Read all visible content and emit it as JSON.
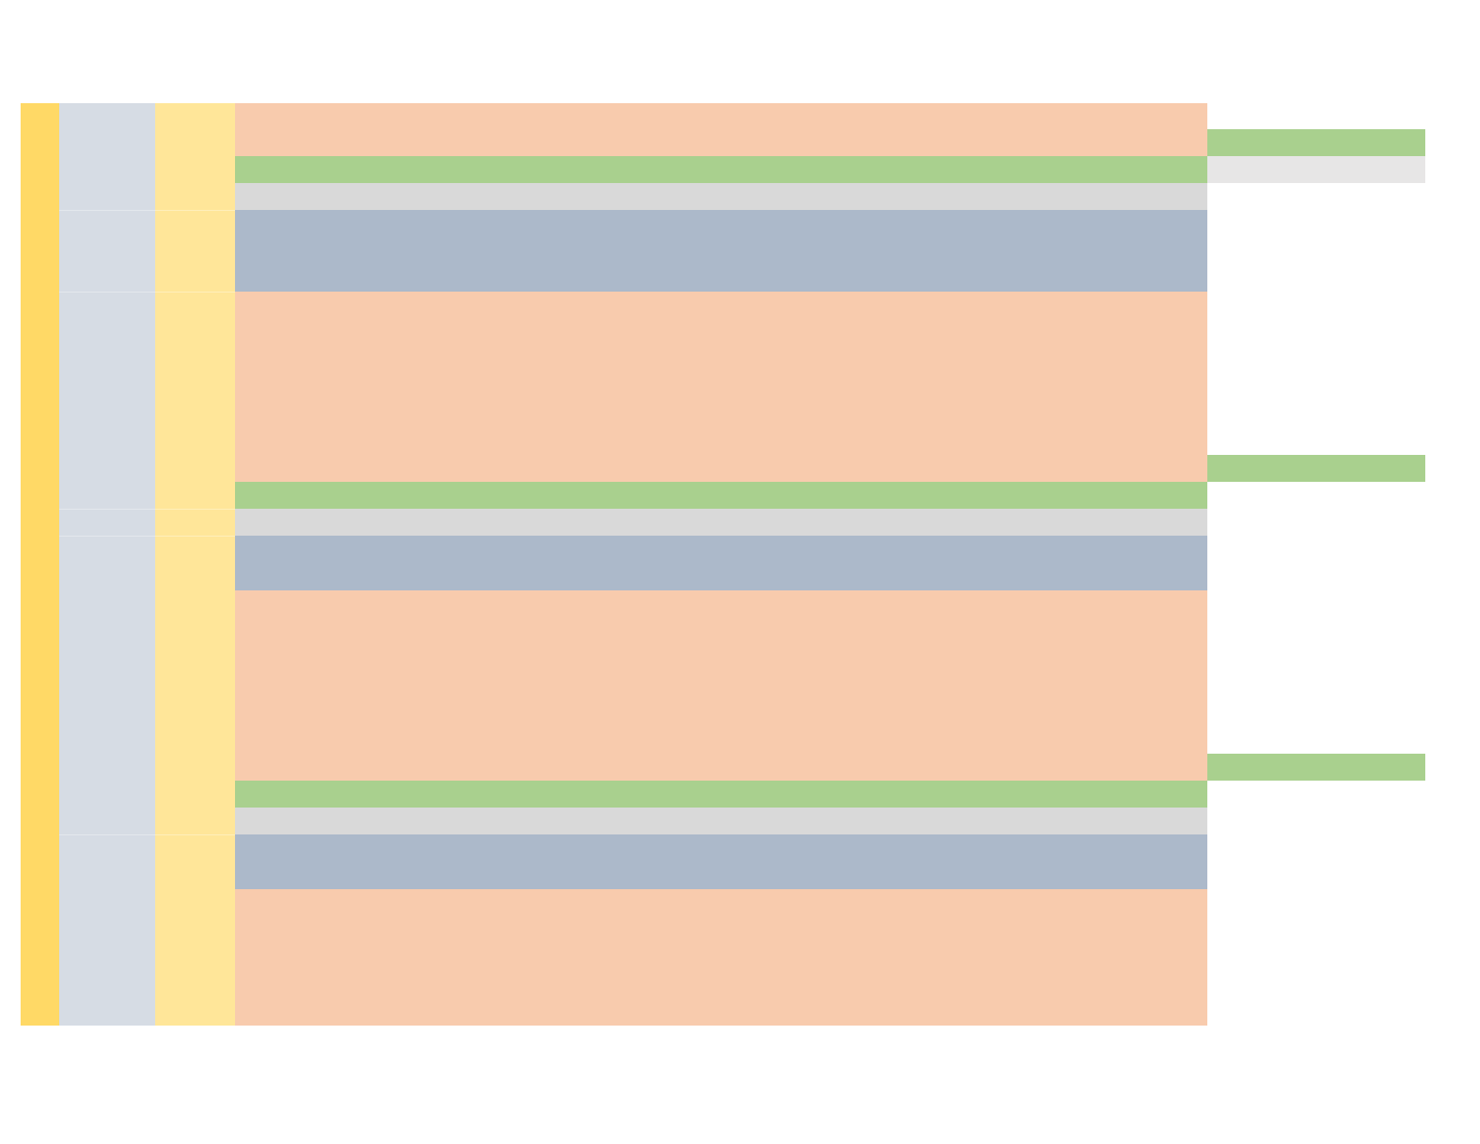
{
  "colors": {
    "page_background": "#ffffff",
    "column_a": "#ffd966",
    "column_b": "#d6dce4",
    "column_c": "#ffe699",
    "header_fill": "#f8cbad",
    "accent_green": "#a9d08e",
    "subtotal_gray": "#d9d9d9",
    "side_gray": "#e7e6e6",
    "section_blue": "#acb9ca"
  },
  "sections": [
    {
      "kind": "header"
    },
    {
      "kind": "green-row"
    },
    {
      "kind": "gray-row"
    },
    {
      "kind": "blue-block"
    },
    {
      "kind": "body-block"
    },
    {
      "kind": "green-row"
    },
    {
      "kind": "gray-row"
    },
    {
      "kind": "blue-block"
    },
    {
      "kind": "body-block"
    },
    {
      "kind": "green-row"
    },
    {
      "kind": "gray-row"
    },
    {
      "kind": "blue-block"
    },
    {
      "kind": "body-block"
    }
  ],
  "side_panel": [
    {
      "kind": "green-row"
    },
    {
      "kind": "gray-row"
    },
    {
      "kind": "green-row"
    },
    {
      "kind": "green-row"
    }
  ]
}
